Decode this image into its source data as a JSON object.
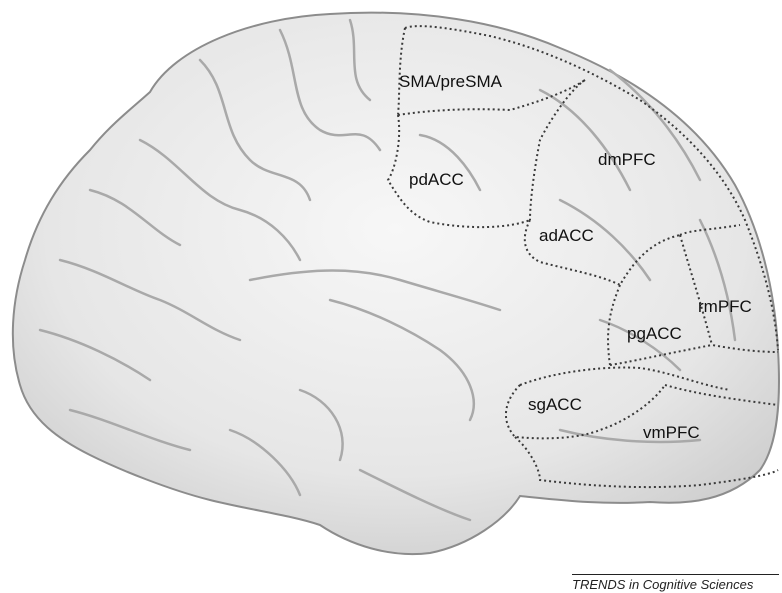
{
  "regions": {
    "sma": "SMA/preSMA",
    "pdacc": "pdACC",
    "dmpfc": "dmPFC",
    "adacc": "adACC",
    "rmpfc": "rmPFC",
    "pgacc": "pgACC",
    "sgacc": "sgACC",
    "vmpfc": "vmPFC"
  },
  "source": "TRENDS in Cognitive Sciences",
  "colors": {
    "brain_fill": "#ececec",
    "brain_outline": "#8c8c8c",
    "sulcus": "#a9a9a9",
    "boundary": "#3a3a3a"
  }
}
